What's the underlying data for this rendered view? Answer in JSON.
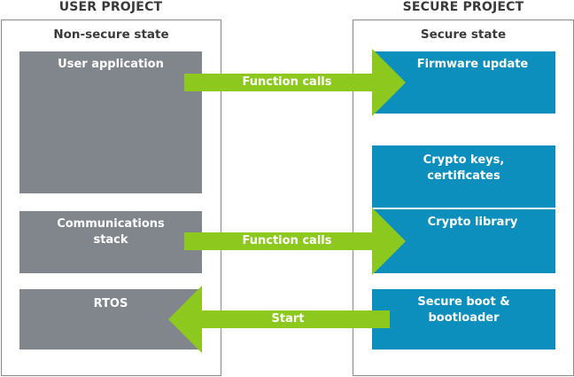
{
  "headers": {
    "left": "USER PROJECT",
    "right": "SECURE PROJECT"
  },
  "left_panel": {
    "title": "Non-secure state",
    "boxes": [
      "User application",
      "Communications stack",
      "RTOS"
    ]
  },
  "right_panel": {
    "title": "Secure state",
    "boxes": [
      "Firmware update",
      "Crypto keys, certificates",
      "Crypto library",
      "Secure boot & bootloader"
    ]
  },
  "arrows": [
    {
      "label": "Function calls",
      "direction": "right"
    },
    {
      "label": "Function calls",
      "direction": "right"
    },
    {
      "label": "Start",
      "direction": "left"
    }
  ],
  "colors": {
    "gray_box": "#80868c",
    "blue_box": "#0c8fbd",
    "arrow": "#8cc81e",
    "panel_border": "#8a8a8a"
  }
}
